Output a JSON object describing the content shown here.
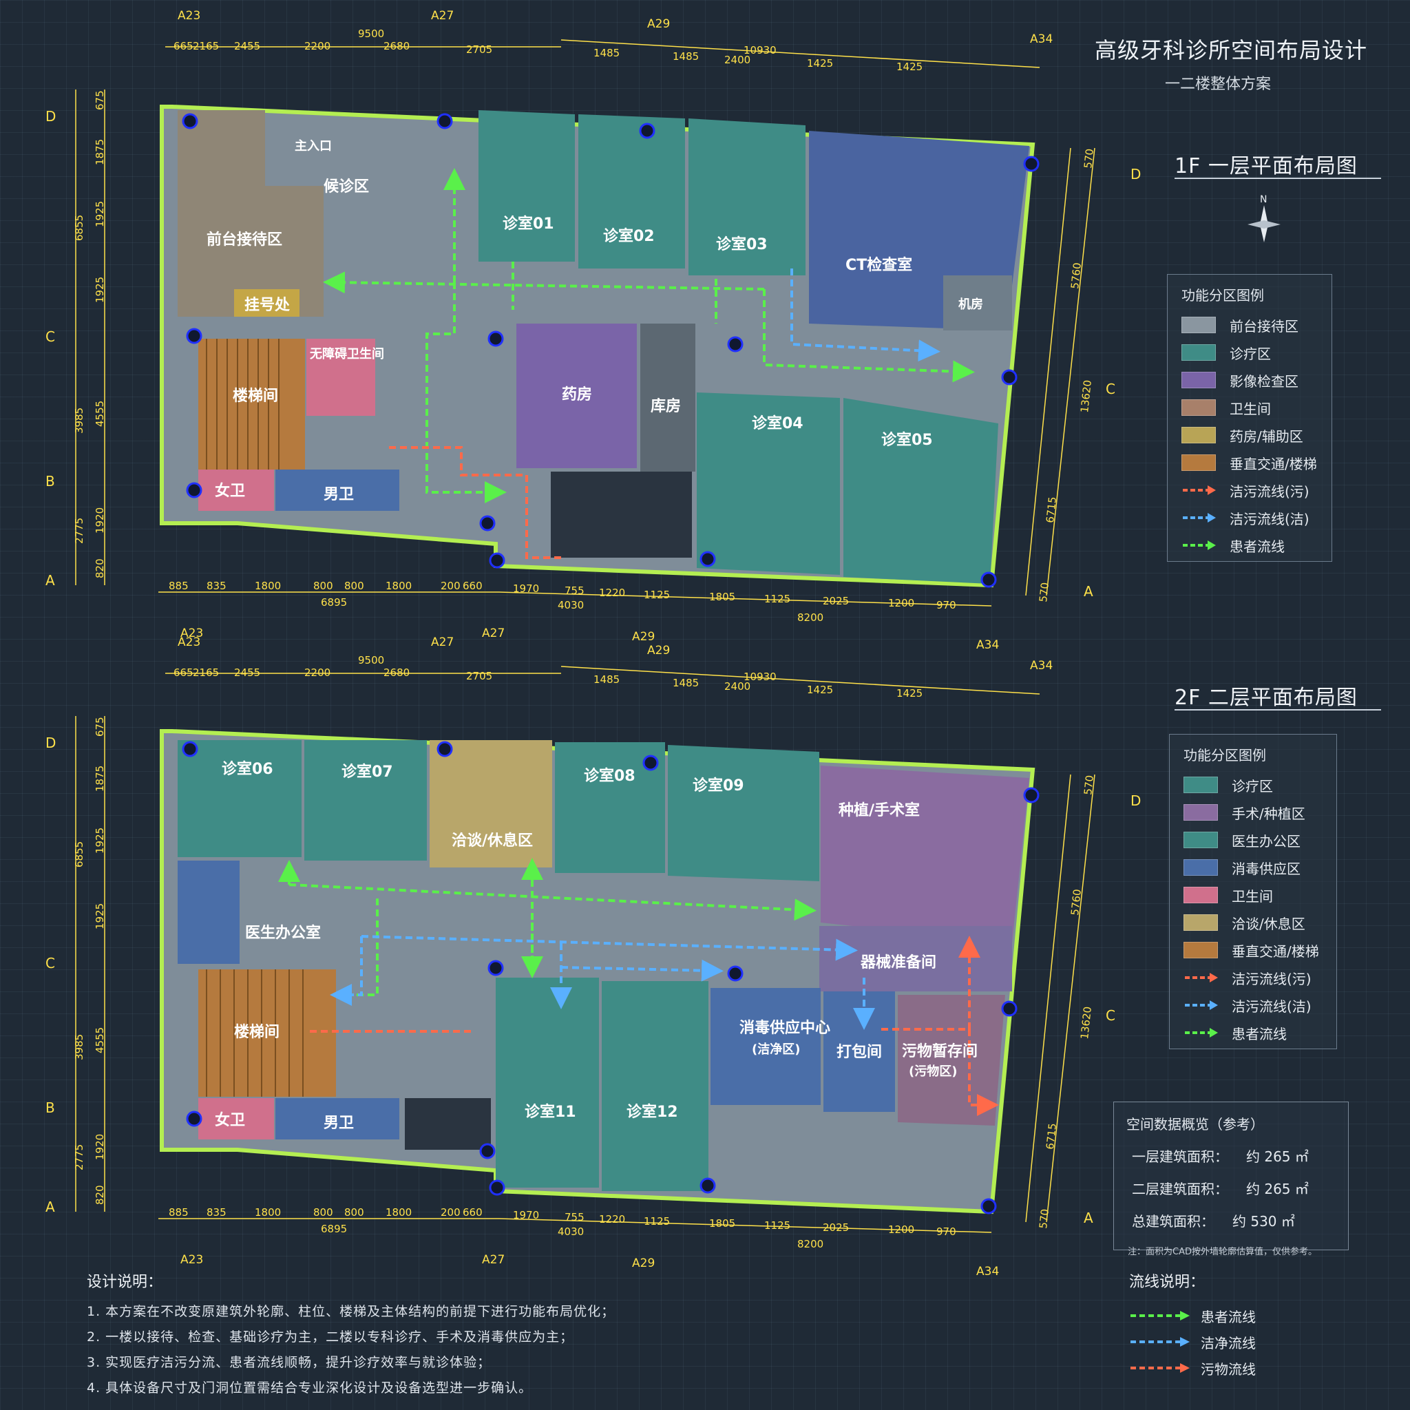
{
  "header": {
    "title": "高级牙科诊所空间布局设计",
    "subtitle": "一二楼整体方案"
  },
  "floor1": {
    "title": "1F  一层平面布局图",
    "rooms": {
      "reception": "前台接待区",
      "registration": "挂号处",
      "entrance": "主入口",
      "waiting": "候诊区",
      "stairs": "楼梯间",
      "accessible_wc": "无障碍卫生间",
      "female_wc": "女卫",
      "male_wc": "男卫",
      "c01": "诊室01",
      "c02": "诊室02",
      "c03": "诊室03",
      "c04": "诊室04",
      "c05": "诊室05",
      "ct": "CT检查室",
      "machine": "机房",
      "pharmacy": "药房",
      "storage": "库房"
    },
    "legend_title": "功能分区图例",
    "legend": [
      {
        "label": "前台接待区",
        "color": "#8a96a0"
      },
      {
        "label": "诊疗区",
        "color": "#3f8c86"
      },
      {
        "label": "影像检查区",
        "color": "#7a64a8"
      },
      {
        "label": "卫生间",
        "color": "#a8806a"
      },
      {
        "label": "药房/辅助区",
        "color": "#b8a456"
      },
      {
        "label": "垂直交通/楼梯",
        "color": "#b57a3e"
      },
      {
        "label": "洁污流线(污)",
        "color": "#ff6a4a"
      },
      {
        "label": "洁污流线(洁)",
        "color": "#5ab0ff"
      },
      {
        "label": "患者流线",
        "color": "#5af04a"
      }
    ]
  },
  "floor2": {
    "title": "2F  二层平面布局图",
    "rooms": {
      "c06": "诊室06",
      "c07": "诊室07",
      "c08": "诊室08",
      "c09": "诊室09",
      "c11": "诊室11",
      "c12": "诊室12",
      "lounge": "洽谈/休息区",
      "implant": "种植/手术室",
      "doctor": "医生办公室",
      "prep": "器械准备间",
      "steril": "消毒供应中心",
      "steril_sub": "(洁净区)",
      "pack": "打包间",
      "waste": "污物暂存间",
      "waste_sub": "(污物区)",
      "stairs": "楼梯间",
      "female_wc": "女卫",
      "male_wc": "男卫"
    },
    "legend_title": "功能分区图例",
    "legend": [
      {
        "label": "诊疗区",
        "color": "#3f8c86"
      },
      {
        "label": "手术/种植区",
        "color": "#8a6ca0"
      },
      {
        "label": "医生办公区",
        "color": "#3f8c86"
      },
      {
        "label": "消毒供应区",
        "color": "#4a6ea8"
      },
      {
        "label": "卫生间",
        "color": "#d0708c"
      },
      {
        "label": "洽谈/休息区",
        "color": "#b8a66a"
      },
      {
        "label": "垂直交通/楼梯",
        "color": "#b57a3e"
      },
      {
        "label": "洁污流线(污)",
        "color": "#ff6a4a"
      },
      {
        "label": "洁污流线(洁)",
        "color": "#5ab0ff"
      },
      {
        "label": "患者流线",
        "color": "#5af04a"
      }
    ]
  },
  "dimensions": {
    "top_total_left": "9500",
    "top_total_right": "10930",
    "top": [
      "665",
      "2165",
      "2455",
      "2200",
      "2680",
      "2705",
      "1485",
      "1485",
      "2400",
      "1425",
      "1425"
    ],
    "bottom": [
      "885",
      "835",
      "1800",
      "800",
      "800",
      "1800",
      "200",
      "660",
      "1970",
      "755",
      "1220",
      "1125",
      "1805",
      "1125",
      "2025",
      "1200",
      "970"
    ],
    "bottom_totals": [
      "6895",
      "4030",
      "8200"
    ],
    "left_outer": [
      "6855",
      "3985",
      "2775"
    ],
    "left_inner": [
      "675",
      "1875",
      "1925",
      "1925",
      "4555",
      "1920",
      "820"
    ],
    "right_outer": "13620",
    "right": [
      "570",
      "5760",
      "6715",
      "570"
    ],
    "axes_top": [
      "A23",
      "A27",
      "A29",
      "A34"
    ],
    "axes_rows": [
      "D",
      "C",
      "B",
      "A"
    ]
  },
  "data_summary": {
    "title": "空间数据概览（参考）",
    "rows": [
      {
        "label": "一层建筑面积：",
        "value": "约 265 ㎡"
      },
      {
        "label": "二层建筑面积：",
        "value": "约 265 ㎡"
      },
      {
        "label": "总建筑面积：",
        "value": "约 530 ㎡"
      }
    ],
    "note": "注：面积为CAD按外墙轮廓估算值，仅供参考。"
  },
  "design_notes": {
    "title": "设计说明：",
    "items": [
      "1. 本方案在不改变原建筑外轮廓、柱位、楼梯及主体结构的前提下进行功能布局优化；",
      "2. 一楼以接待、检查、基础诊疗为主，二楼以专科诊疗、手术及消毒供应为主；",
      "3. 实现医疗洁污分流、患者流线顺畅，提升诊疗效率与就诊体验；",
      "4. 具体设备尺寸及门洞位置需结合专业深化设计及设备选型进一步确认。"
    ]
  },
  "flow_explain": {
    "title": "流线说明：",
    "items": [
      {
        "label": "患者流线",
        "color": "#5af04a"
      },
      {
        "label": "洁净流线",
        "color": "#5ab0ff"
      },
      {
        "label": "污物流线",
        "color": "#ff6a4a"
      }
    ]
  },
  "compass_label": "N"
}
